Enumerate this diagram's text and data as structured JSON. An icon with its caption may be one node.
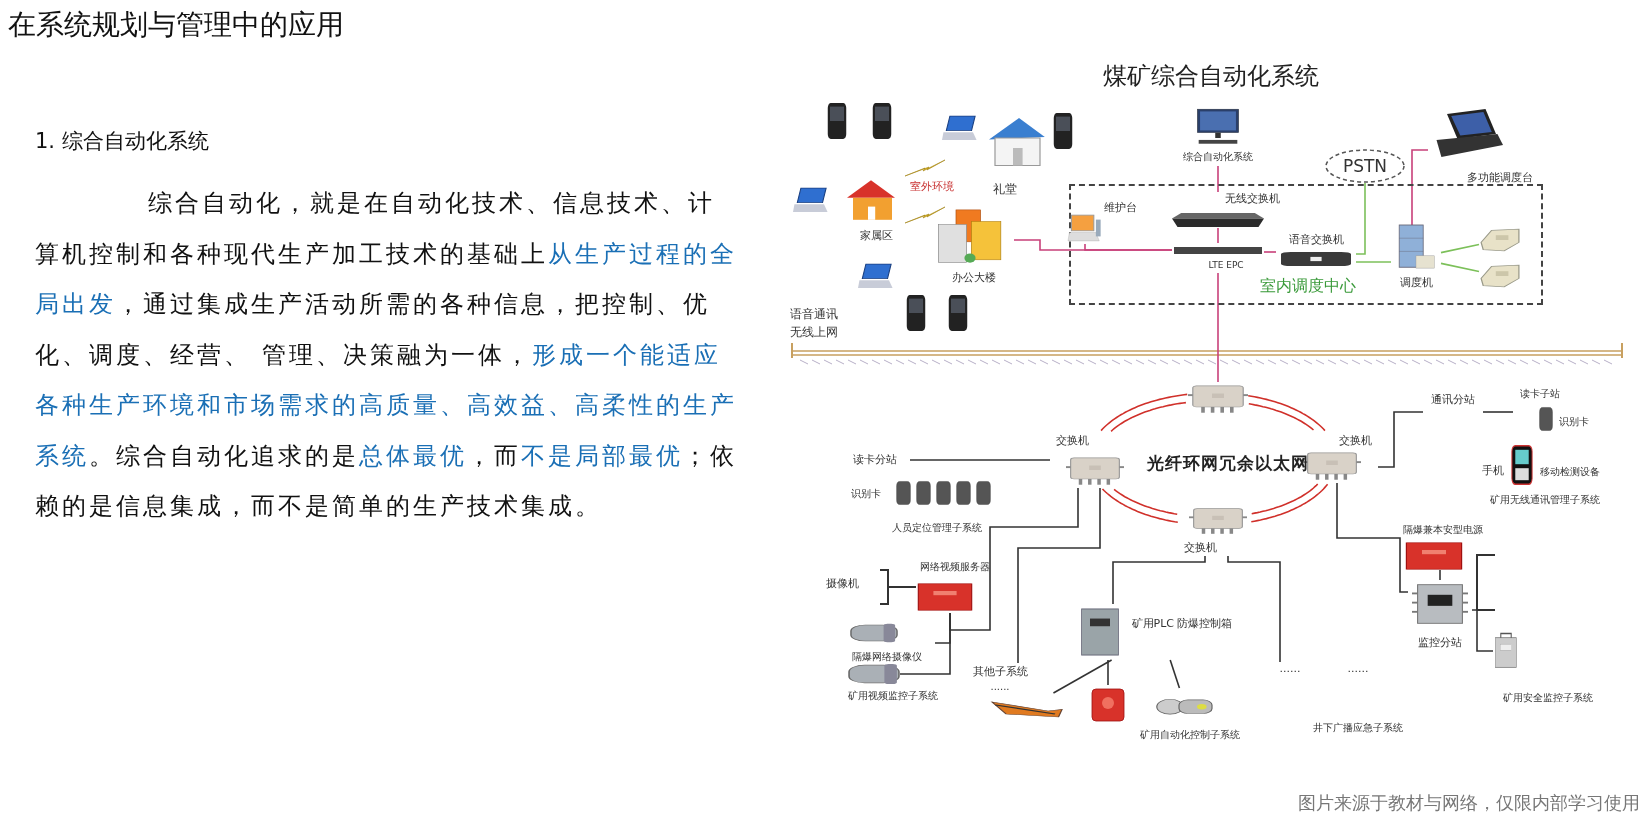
{
  "diagram": {
    "title": "在系统规划与管理中的应用",
    "nodes": [
      {
        "text": [
          "综合自动化系统"
        ]
      },
      {
        "text": [
          "PSTN"
        ]
      },
      {
        "text": [
          "多功能调度台"
        ]
      },
      {
        "text": [
          "室内调度中心"
        ]
      },
      {
        "text": [
          "维护台"
        ],
        "in": 3
      },
      {
        "text": [
          "无线交换机"
        ],
        "in": 3
      },
      {
        "text": [
          "LTE EPC"
        ],
        "in": 3
      },
      {
        "text": [
          "语音交换机"
        ],
        "in": 3
      },
      {
        "text": [
          "调度机"
        ],
        "in": 3
      },
      {
        "text": [],
        "shape": "picture",
        "in": 3
      },
      {
        "text": [],
        "shape": "picture",
        "in": 3
      },
      {
        "text": [
          "家属区"
        ]
      },
      {
        "text": [
          "办公大楼"
        ]
      },
      {
        "text": [],
        "shape": "picture"
      },
      {
        "text": [
          "交换机"
        ]
      },
      {
        "text": [
          "交换机"
        ]
      },
      {
        "text": [
          "交换机"
        ]
      },
      {
        "text": [
          "读卡分站"
        ]
      },
      {
        "text": [
          "网络视频服务器"
        ]
      },
      {
        "text": [
          "隔爆网络摄像仪"
        ]
      },
      {
        "text": [],
        "shape": "picture"
      },
      {
        "text": [
          "其他子系统"
        ]
      },
      {
        "text": [
          "矿用PLC 防爆控制箱"
        ]
      },
      {
        "text": [],
        "shape": "picture"
      },
      {
        "text": [],
        "shape": "picture"
      },
      {
        "text": [],
        "shape": "picture"
      },
      {
        "text": [
          "......"
        ]
      },
      {
        "text": [
          "通讯分站"
        ]
      },
      {
        "text": [
          "读卡子站",
          "识别卡"
        ]
      },
      {
        "text": [
          "隔爆兼本安型电源"
        ]
      },
      {
        "text": [
          "监控分站"
        ]
      },
      {
        "text": [],
        "shape": "picture"
      }
    ],
    "edges": [
      {
        "from": 0,
        "to": 5,
        "arrow": "none",
        "color": "#c8407a"
      },
      {
        "from": 5,
        "to": 6,
        "arrow": "none",
        "color": "#c8407a"
      },
      {
        "from": 6,
        "to": 13,
        "arrow": "none",
        "color": "#c8407a"
      },
      {
        "from": 12,
        "to": 6,
        "arrow": "none",
        "color": "#c8407a"
      },
      {
        "from": 4,
        "to": 6,
        "arrow": "none",
        "color": "#c8407a"
      },
      {
        "from": 6,
        "to": 7,
        "arrow": "none",
        "color": "#c8407a"
      },
      {
        "from": 7,
        "to": 1,
        "arrow": "none",
        "color": "#7cc05a"
      },
      {
        "from": 7,
        "to": 8,
        "arrow": "none",
        "color": "#7cc05a"
      },
      {
        "from": 8,
        "to": 2,
        "arrow": "none",
        "color": "#c8407a"
      },
      {
        "from": 8,
        "to": 9,
        "arrow": "none",
        "color": "#7cc05a"
      },
      {
        "from": 8,
        "to": 10,
        "arrow": "none",
        "color": "#7cc05a"
      },
      {
        "from": 13,
        "to": 14,
        "arrow": "none",
        "color": "#d0302a"
      },
      {
        "from": 14,
        "to": 16,
        "arrow": "none",
        "color": "#d0302a"
      },
      {
        "from": 16,
        "to": 15,
        "arrow": "none",
        "color": "#d0302a"
      },
      {
        "from": 15,
        "to": 13,
        "arrow": "none",
        "color": "#d0302a"
      },
      {
        "from": 14,
        "to": 17,
        "arrow": "none"
      },
      {
        "from": 14,
        "to": 18,
        "arrow": "none"
      },
      {
        "from": 14,
        "to": 21,
        "arrow": "none"
      },
      {
        "from": 18,
        "to": 19,
        "arrow": "none"
      },
      {
        "from": 18,
        "to": 20,
        "arrow": "none"
      },
      {
        "from": 16,
        "to": 22,
        "arrow": "none"
      },
      {
        "from": 22,
        "to": 23,
        "arrow": "none"
      },
      {
        "from": 22,
        "to": 24,
        "arrow": "none"
      },
      {
        "from": 22,
        "to": 25,
        "arrow": "none"
      },
      {
        "from": 16,
        "to": 26,
        "arrow": "none"
      },
      {
        "from": 15,
        "to": 27,
        "arrow": "none"
      },
      {
        "from": 27,
        "to": 28,
        "arrow": "none"
      },
      {
        "from": 15,
        "to": 30,
        "arrow": "none"
      },
      {
        "from": 29,
        "to": 30,
        "arrow": "none"
      },
      {
        "from": 30,
        "to": 31,
        "arrow": "none"
      }
    ],
    "labels": [
      "1. 综合自动化系统",
      "综合自动化，就是在自动化技术、信息技术、计算机控制和各种现代生产加工技术的基础上**从生产过程的全局出发**，通过集成生产活动所需的各种信息，把控制、优化、调度、经营、 管理、决策融为一体，**形成一个能适应各种生产环境和市场需求的高质量、高效益、高柔性的生产系统**。综合自动化追求的是**总体最优**，而**不是局部最优**；依赖的是信息集成，而不是简单的生产技术集成。",
      "煤矿综合自动化系统",
      "礼堂",
      "室外环境",
      "语音通讯无线上网",
      "光纤环网冗余以太网",
      "识别卡",
      "人员定位管理子系统",
      "摄像机",
      "矿用视频监控子系统",
      "......",
      "矿用自动化控制子系统",
      "......",
      "井下广播应急子系统",
      "手机",
      "移动检测设备",
      "矿用无线通讯管理子系统",
      "矿用安全监控子系统",
      "图片来源于教材与网络，仅限内部学习使用"
    ]
  }
}
